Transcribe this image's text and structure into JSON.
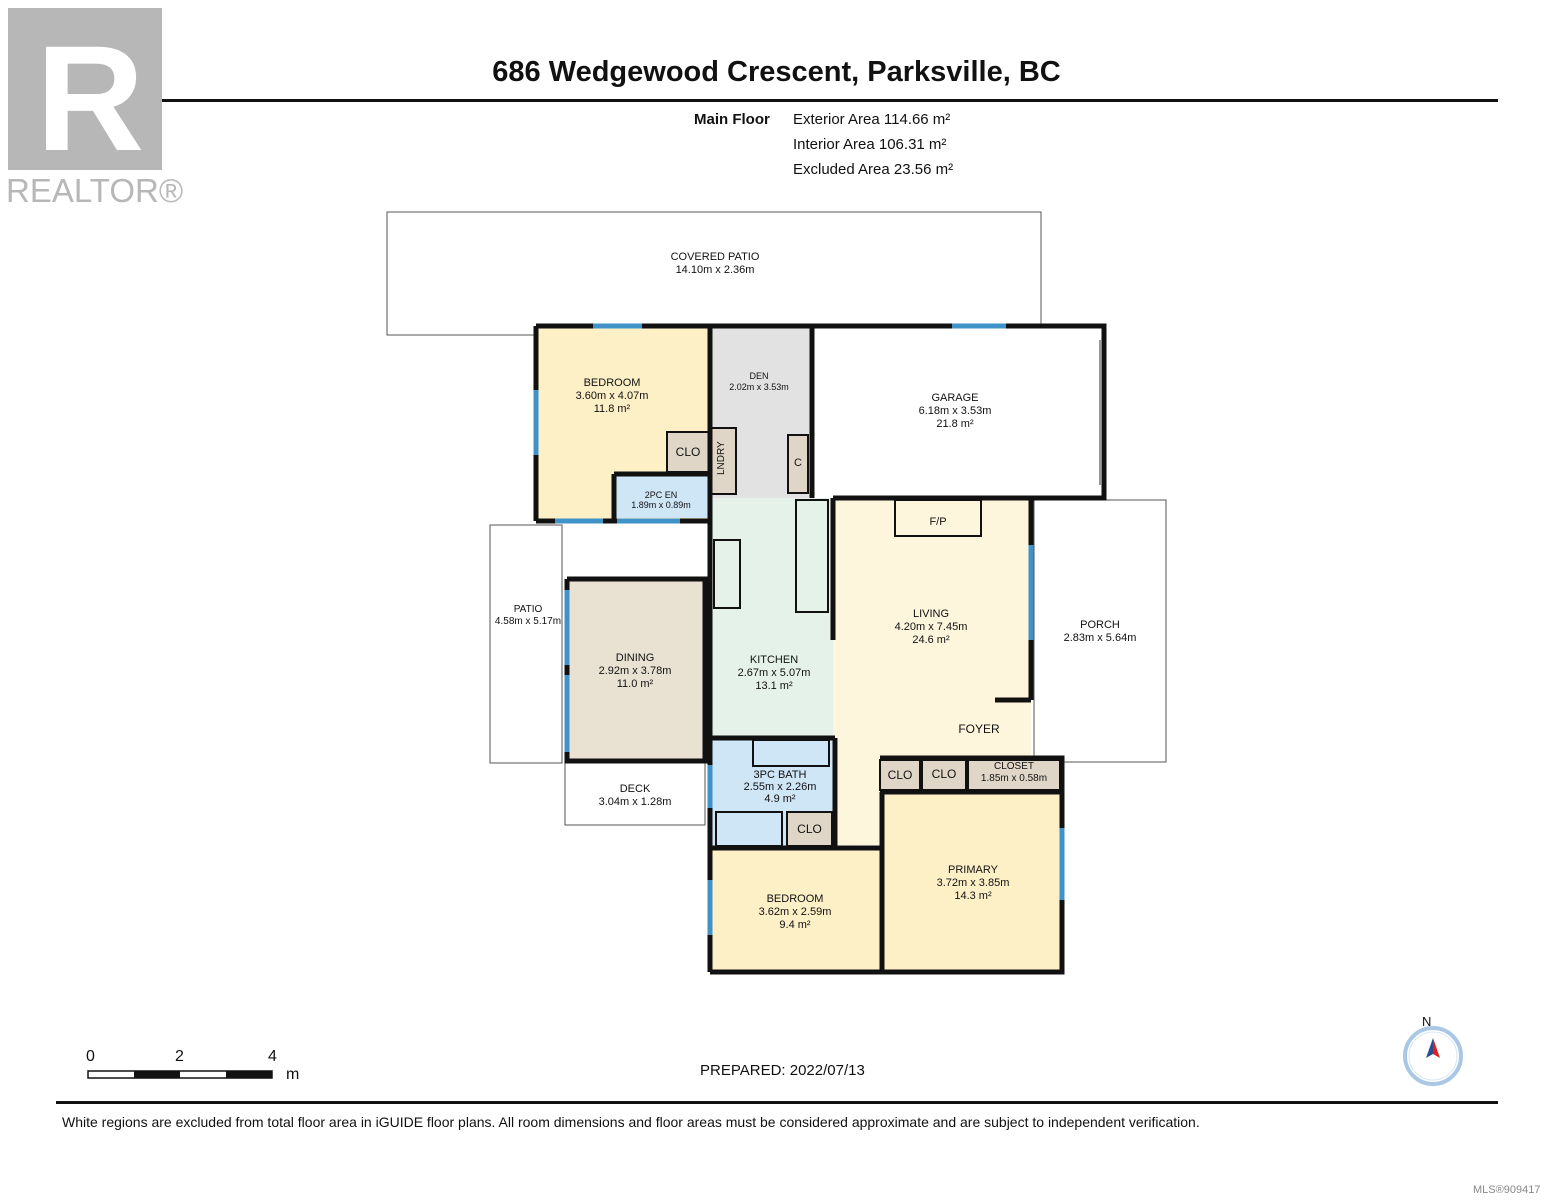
{
  "header": {
    "title": "686 Wedgewood Crescent, Parksville, BC",
    "floor_label": "Main Floor",
    "areas": [
      "Exterior Area 114.66 m²",
      "Interior Area 106.31 m²",
      "Excluded Area 23.56 m²"
    ]
  },
  "logo": {
    "text": "REALTOR®",
    "color": "#b7b7b7"
  },
  "rooms": {
    "covered_patio": {
      "name": "COVERED PATIO",
      "dims": "14.10m x 2.36m"
    },
    "bedroom1": {
      "name": "BEDROOM",
      "dims": "3.60m x 4.07m",
      "area": "11.8 m²"
    },
    "den": {
      "name": "DEN",
      "dims": "2.02m x 3.53m"
    },
    "garage": {
      "name": "GARAGE",
      "dims": "6.18m x 3.53m",
      "area": "21.8 m²"
    },
    "clo1": {
      "name": "CLO"
    },
    "lndry": {
      "name": "LNDRY"
    },
    "c": {
      "name": "C"
    },
    "en2pc": {
      "name": "2PC EN",
      "dims": "1.89m x 0.89m"
    },
    "fp": {
      "name": "F/P"
    },
    "patio": {
      "name": "PATIO",
      "dims": "4.58m x 5.17m"
    },
    "dining": {
      "name": "DINING",
      "dims": "2.92m x 3.78m",
      "area": "11.0 m²"
    },
    "kitchen": {
      "name": "KITCHEN",
      "dims": "2.67m x 5.07m",
      "area": "13.1 m²"
    },
    "living": {
      "name": "LIVING",
      "dims": "4.20m x 7.45m",
      "area": "24.6 m²"
    },
    "porch": {
      "name": "PORCH",
      "dims": "2.83m x 5.64m"
    },
    "foyer": {
      "name": "FOYER"
    },
    "deck": {
      "name": "DECK",
      "dims": "3.04m x 1.28m"
    },
    "bath3pc": {
      "name": "3PC BATH",
      "dims": "2.55m x 2.26m",
      "area": "4.9 m²"
    },
    "clo2": {
      "name": "CLO"
    },
    "clo3": {
      "name": "CLO"
    },
    "clo4": {
      "name": "CLO"
    },
    "closet": {
      "name": "CLOSET",
      "dims": "1.85m x 0.58m"
    },
    "bedroom2": {
      "name": "BEDROOM",
      "dims": "3.62m x 2.59m",
      "area": "9.4 m²"
    },
    "primary": {
      "name": "PRIMARY",
      "dims": "3.72m x 3.85m",
      "area": "14.3 m²"
    }
  },
  "colors": {
    "bedroom": "#fdf0c7",
    "den": "#e2e2e2",
    "bath": "#cfe6f7",
    "kitchen": "#e5f2ea",
    "dining": "#e9e1d2",
    "living": "#fdf5dc",
    "window": "#3f93c8",
    "wall": "#111111"
  },
  "scale": {
    "ticks": [
      "0",
      "2",
      "4"
    ],
    "unit": "m"
  },
  "compass": {
    "label": "N"
  },
  "prepared": "PREPARED: 2022/07/13",
  "footer": "White regions are excluded from total floor area in iGUIDE floor plans. All room dimensions and floor areas must be considered approximate and are subject to independent verification.",
  "mls": "MLS®909417"
}
